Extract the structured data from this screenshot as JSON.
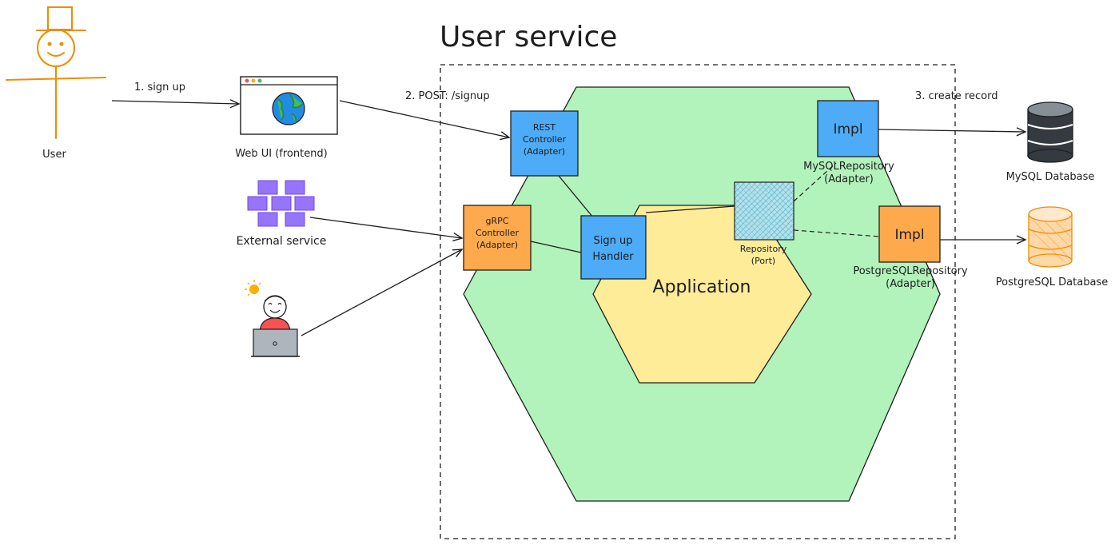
{
  "title": "User service",
  "actors": {
    "user": "User",
    "web_ui": "Web UI (frontend)",
    "external_service": "External service"
  },
  "arrows": {
    "sign_up": "1. sign up",
    "post": "2. POST: /signup",
    "create_record": "3. create record"
  },
  "hexagons": {
    "application": "Application"
  },
  "boxes": {
    "rest_controller": [
      "REST",
      "Controller",
      "(Adapter)"
    ],
    "grpc_controller": [
      "gRPC",
      "Controller",
      "(Adapter)"
    ],
    "sign_up_handler": [
      "Sign up",
      "Handler"
    ],
    "repository_port": [
      "Repository",
      "(Port)"
    ],
    "impl_mysql": "Impl",
    "impl_postgres": "Impl",
    "mysql_repository": [
      "MySQLRepository",
      "(Adapter)"
    ],
    "postgres_repository": [
      "PostgreSQLRepository",
      "(Adapter)"
    ]
  },
  "databases": {
    "mysql": "MySQL Database",
    "postgres": "PostgreSQL Database"
  },
  "colors": {
    "outer_hexagon": "#b2f2bb",
    "inner_hexagon": "#ffec99",
    "blue_box": "#4dabf7",
    "orange_box": "#ffa94d",
    "stick_figure": "#f08c00",
    "purple_cubes": "#9775fa",
    "teal_port": "#a5d8e6"
  }
}
